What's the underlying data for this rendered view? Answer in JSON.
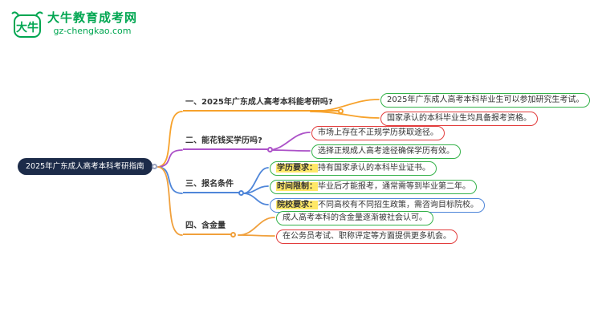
{
  "logo": {
    "icon_text": "大牛",
    "title": "大牛教育成考网",
    "domain": "gz-chengkao.com"
  },
  "root": {
    "label": "2025年广东成人高考本科考研指南"
  },
  "colors": {
    "brand_green": "#00a651",
    "root_bg": "#1c2b49",
    "branch1": "#f7a22b",
    "branch2": "#ac52c8",
    "branch3": "#4f86d9",
    "branch4": "#f0a03c",
    "green": "#35b24a",
    "red": "#e23c3c",
    "blue": "#4f86d9",
    "highlight": "#ffe867"
  },
  "branches": [
    {
      "label": "一、2025年广东成人高考本科能考研吗?",
      "children": [
        {
          "text": "2025年广东成人高考本科毕业生可以参加研究生考试。"
        },
        {
          "text": "国家承认的本科毕业生均具备报考资格。"
        }
      ]
    },
    {
      "label": "二、能花钱买学历吗?",
      "children": [
        {
          "text": "市场上存在不正规学历获取途径。"
        },
        {
          "text": "选择正规成人高考途径确保学历有效。"
        }
      ]
    },
    {
      "label": "三、报名条件",
      "children": [
        {
          "lead": "学历要求：",
          "text": "持有国家承认的本科毕业证书。"
        },
        {
          "lead": "时间限制：",
          "text": "毕业后才能报考，通常需等到毕业第二年。"
        },
        {
          "lead": "院校要求：",
          "text": "不同高校有不同招生政策，需咨询目标院校。"
        }
      ]
    },
    {
      "label": "四、含金量",
      "children": [
        {
          "text": "成人高考本科的含金量逐渐被社会认可。"
        },
        {
          "text": "在公务员考试、职称评定等方面提供更多机会。"
        }
      ]
    }
  ]
}
